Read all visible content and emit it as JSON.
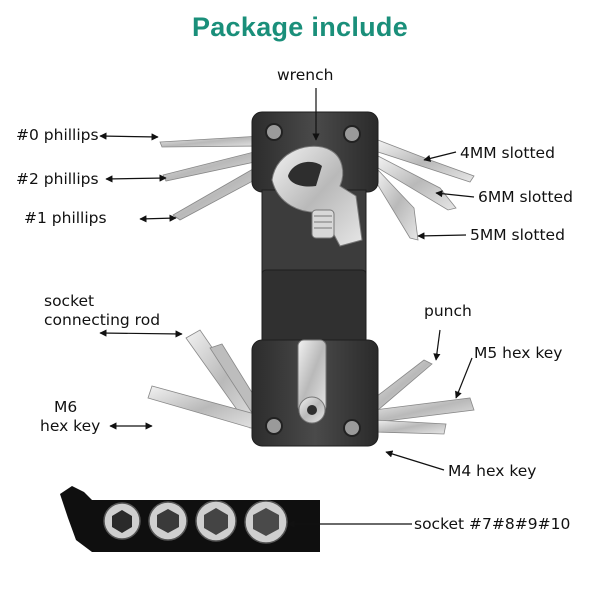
{
  "title": "Package include",
  "labels": {
    "wrench": "wrench",
    "phillips0": "#0 phillips",
    "phillips2": "#2 phillips",
    "phillips1": "#1 phillips",
    "slotted4": "4MM  slotted",
    "slotted6": "6MM  slotted",
    "slotted5": "5MM  slotted",
    "socket_rod_line1": "socket",
    "socket_rod_line2": "connecting rod",
    "punch": "punch",
    "m5": "M5 hex key",
    "m6_line1": "M6",
    "m6_line2": "hex key",
    "m4": "M4 hex key",
    "sockets": "socket #7#8#9#10"
  },
  "colors": {
    "title": "#1a8f7a",
    "body": "#3a3a3a",
    "steel": "#c9c9c9",
    "rail": "#111111"
  }
}
